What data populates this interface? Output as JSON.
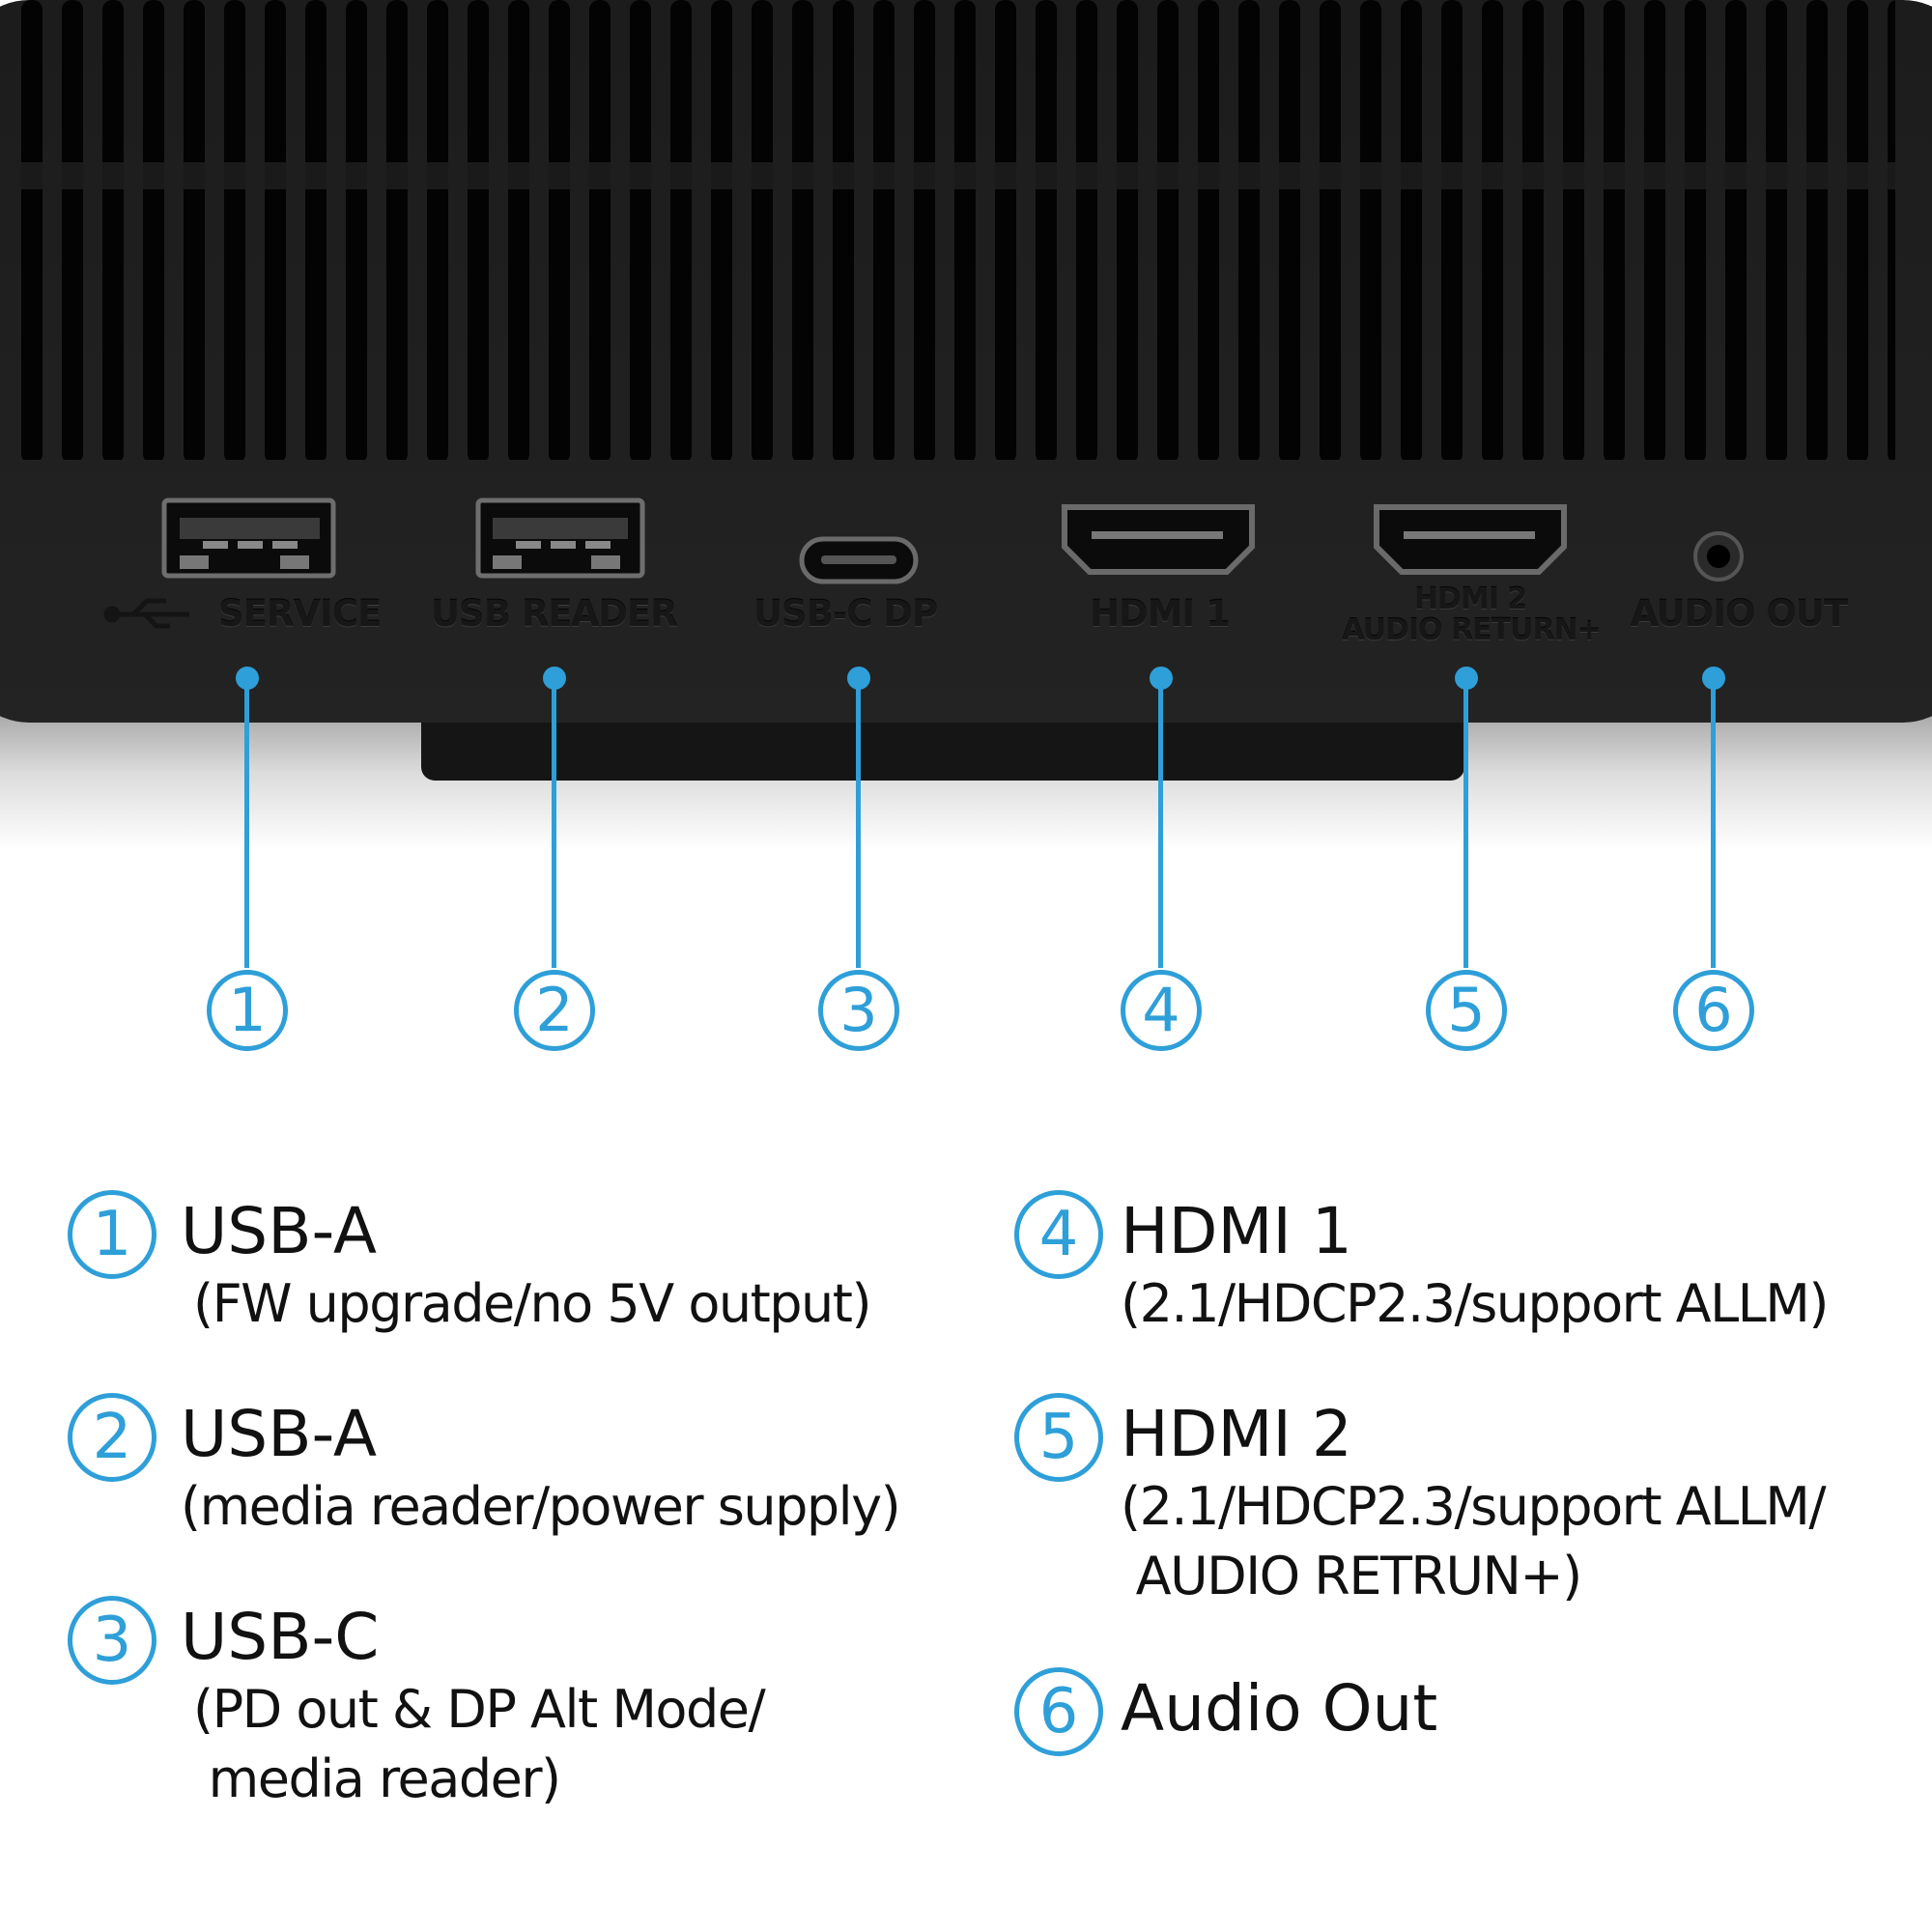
{
  "device_labels": {
    "service": "SERVICE",
    "usb_reader": "USB READER",
    "usb_c_dp": "USB-C DP",
    "hdmi1": "HDMI 1",
    "hdmi2_line1": "HDMI 2",
    "hdmi2_line2": "AUDIO RETURN+",
    "audio_out": "AUDIO OUT"
  },
  "callouts": [
    "1",
    "2",
    "3",
    "4",
    "5",
    "6"
  ],
  "legend": [
    {
      "num": "1",
      "title": "USB-A",
      "desc": "(FW upgrade/no 5V output)"
    },
    {
      "num": "2",
      "title": "USB-A",
      "desc": "(media reader/power supply)"
    },
    {
      "num": "3",
      "title": "USB-C",
      "desc": "(PD out & DP Alt Mode/\n media reader)"
    },
    {
      "num": "4",
      "title": "HDMI 1",
      "desc": "(2.1/HDCP2.3/support ALLM)"
    },
    {
      "num": "5",
      "title": "HDMI 2",
      "desc": "(2.1/HDCP2.3/support ALLM/\n AUDIO RETRUN+)"
    },
    {
      "num": "6",
      "title": "Audio Out",
      "desc": ""
    }
  ],
  "colors": {
    "accent": "#2e9fd8",
    "device": "#1b1b1b",
    "text": "#111111"
  }
}
